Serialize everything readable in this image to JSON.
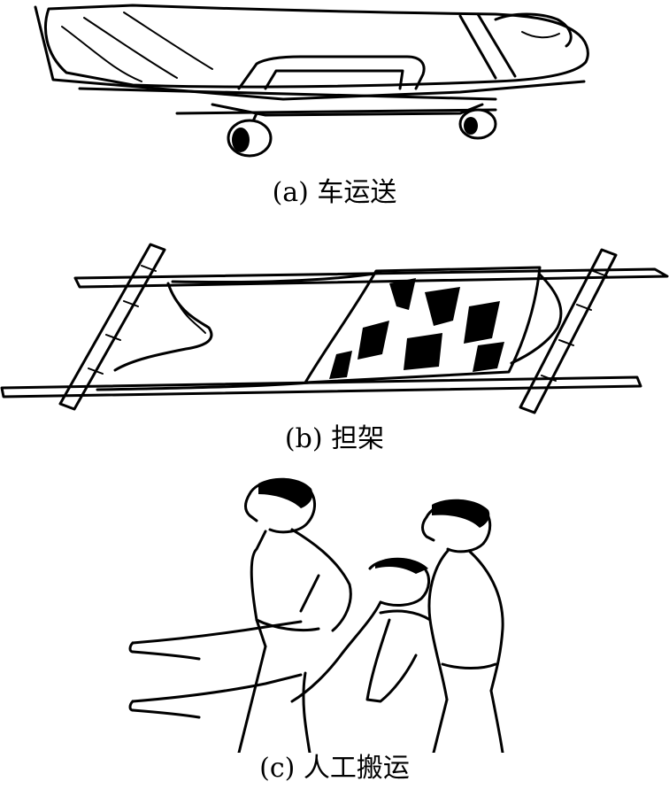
{
  "figure": {
    "panels": [
      {
        "caption": "(a) 车运送",
        "image": "wheeled-stretcher-illustration"
      },
      {
        "caption": "(b) 担架",
        "image": "pole-stretcher-illustration"
      },
      {
        "caption": "(c) 人工搬运",
        "image": "two-person-manual-carry-illustration"
      }
    ]
  }
}
